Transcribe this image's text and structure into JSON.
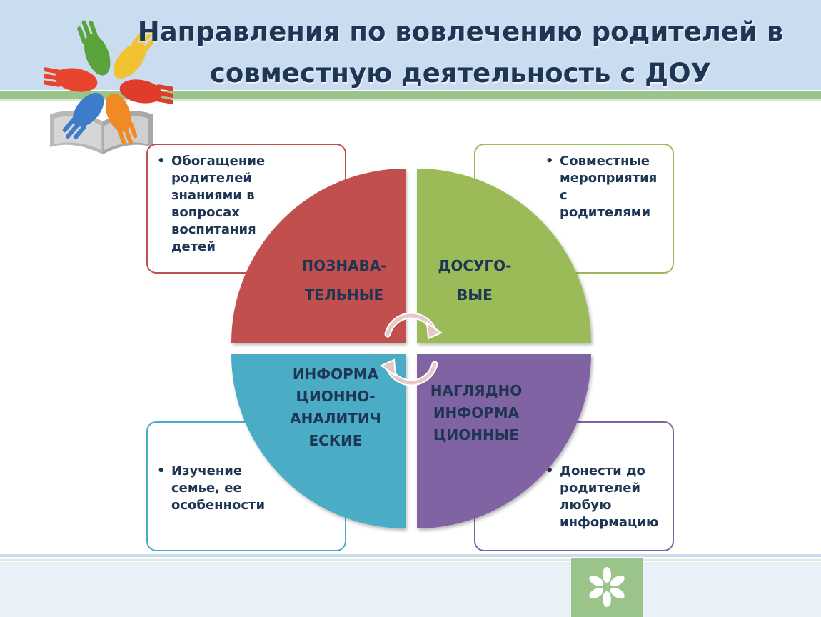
{
  "title": {
    "line1": "Направления по вовлечению родителей  в",
    "line2": "совместную деятельность с ДОУ"
  },
  "colors": {
    "red": "#c0504d",
    "green": "#9bbb59",
    "blue": "#4bacc6",
    "purple": "#8064a2",
    "text": "#1f3554",
    "header": "#c9dcf0"
  },
  "sectors": {
    "top_left": {
      "label_lines": [
        "ПОЗНАВА-",
        "ТЕЛЬНЫЕ"
      ],
      "bullet": [
        "Обогащение",
        "родителей",
        "знаниями в",
        "вопросах",
        "воспитания",
        "детей"
      ]
    },
    "top_right": {
      "label_lines": [
        "ДОСУГО-",
        "ВЫЕ"
      ],
      "bullet": [
        "Совместные",
        "мероприятия",
        "с",
        "родителями"
      ]
    },
    "bottom_left": {
      "label_lines": [
        "ИНФОРМА",
        "ЦИОННО-",
        "АНАЛИТИЧ",
        "ЕСКИЕ"
      ],
      "bullet": [
        "Изучение",
        "семье, ее",
        "особенности"
      ]
    },
    "bottom_right": {
      "label_lines": [
        "НАГЛЯДНО",
        "ИНФОРМА",
        "ЦИОННЫЕ"
      ],
      "bullet": [
        "Донести до",
        "родителей",
        "любую",
        "информацию"
      ]
    }
  },
  "icons": {
    "logo": "hands-book-logo",
    "center": "circular-arrows-icon",
    "footer": "hands-star-icon"
  }
}
